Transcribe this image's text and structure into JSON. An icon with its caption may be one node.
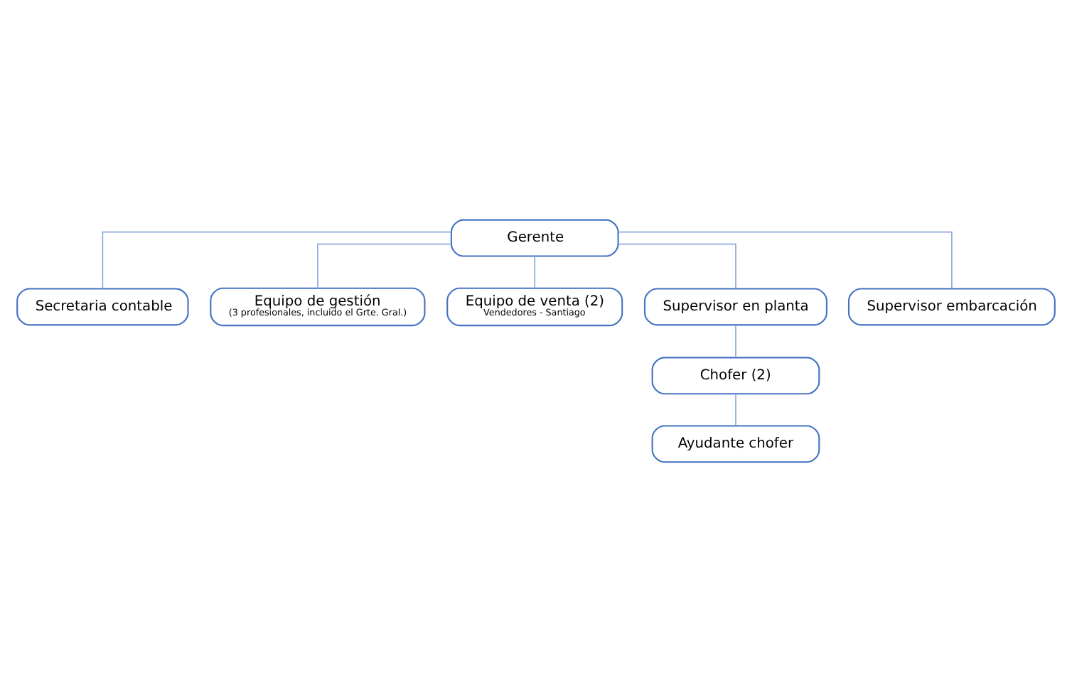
{
  "diagram": {
    "nodes": [
      {
        "text": [
          "Gerente"
        ]
      },
      {
        "text": [
          "Secretaria contable"
        ]
      },
      {
        "text": [
          "Equipo de gestión",
          "(3 profesionales, incluido el Grte. Gral.)"
        ]
      },
      {
        "text": [
          "Equipo de venta (2)",
          "Vendedores - Santiago"
        ]
      },
      {
        "text": [
          "Supervisor en planta"
        ]
      },
      {
        "text": [
          "Supervisor embarcación"
        ]
      },
      {
        "text": [
          "Chofer (2)"
        ]
      },
      {
        "text": [
          "Ayudante chofer"
        ]
      }
    ],
    "edges": [
      {
        "from": 0,
        "to": 1,
        "arrow": "none"
      },
      {
        "from": 0,
        "to": 2,
        "arrow": "none"
      },
      {
        "from": 0,
        "to": 3,
        "arrow": "none"
      },
      {
        "from": 0,
        "to": 4,
        "arrow": "none"
      },
      {
        "from": 0,
        "to": 5,
        "arrow": "none"
      },
      {
        "from": 4,
        "to": 6,
        "arrow": "none"
      },
      {
        "from": 6,
        "to": 7,
        "arrow": "none"
      }
    ]
  }
}
